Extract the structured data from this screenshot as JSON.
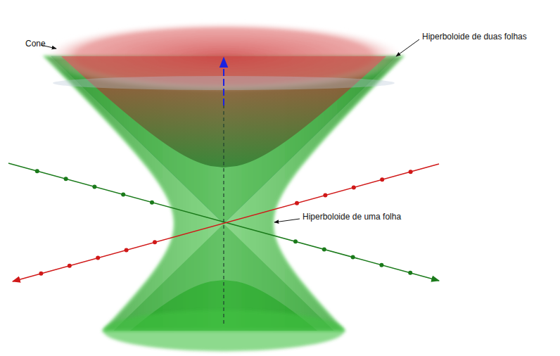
{
  "diagram": {
    "labels": [
      "Cone",
      "Hiperboloide de duas folhas",
      "Hiperboloide de uma folha"
    ]
  }
}
